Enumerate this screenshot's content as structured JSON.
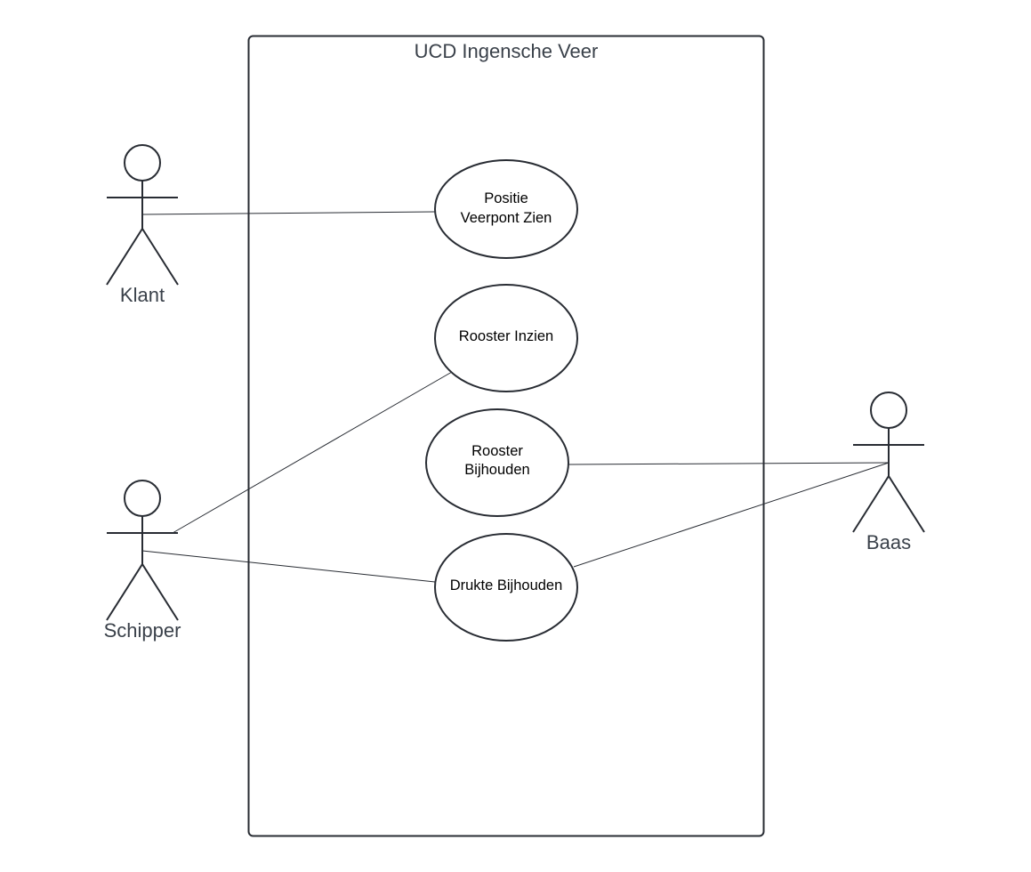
{
  "diagram": {
    "system": {
      "title": "UCD Ingensche Veer"
    },
    "actors": {
      "klant": {
        "label": "Klant"
      },
      "schipper": {
        "label": "Schipper"
      },
      "baas": {
        "label": "Baas"
      }
    },
    "use_cases": {
      "positie": {
        "lines": [
          "Positie",
          "Veerpont Zien"
        ]
      },
      "rooster_inzien": {
        "lines": [
          "Rooster Inzien"
        ]
      },
      "rooster_bijhouden": {
        "lines": [
          "Rooster",
          "Bijhouden"
        ]
      },
      "drukte_bijhouden": {
        "lines": [
          "Drukte Bijhouden"
        ]
      }
    },
    "associations": [
      {
        "from": "Klant",
        "to": "Positie Veerpont Zien"
      },
      {
        "from": "Schipper",
        "to": "Rooster Inzien"
      },
      {
        "from": "Schipper",
        "to": "Drukte Bijhouden"
      },
      {
        "from": "Baas",
        "to": "Rooster Bijhouden"
      },
      {
        "from": "Baas",
        "to": "Drukte Bijhouden"
      }
    ],
    "colors": {
      "line": "#282c33",
      "label": "#3a414a",
      "background": "#ffffff"
    }
  }
}
